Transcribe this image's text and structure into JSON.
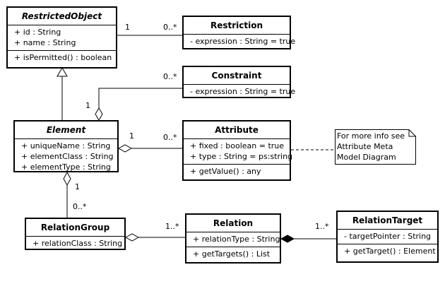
{
  "classes": {
    "restricted_object": {
      "name": "RestrictedObject",
      "attributes": [
        "+ id : String",
        "+ name : String"
      ],
      "operations": [
        "+ isPermitted() : boolean"
      ]
    },
    "restriction": {
      "name": "Restriction",
      "attributes": [
        "- expression : String = true"
      ]
    },
    "constraint": {
      "name": "Constraint",
      "attributes": [
        "- expression : String = true"
      ]
    },
    "element": {
      "name": "Element",
      "attributes": [
        "+ uniqueName : String",
        "+ elementClass : String",
        "+ elementType : String"
      ]
    },
    "attribute": {
      "name": "Attribute",
      "attributes": [
        "+ fixed : boolean = true",
        "+ type : String = ps:string"
      ],
      "operations": [
        "+ getValue() : any"
      ]
    },
    "relation_group": {
      "name": "RelationGroup",
      "attributes": [
        "+ relationClass : String"
      ]
    },
    "relation": {
      "name": "Relation",
      "attributes": [
        "+ relationType : String"
      ],
      "operations": [
        "+ getTargets() : List"
      ]
    },
    "relation_target": {
      "name": "RelationTarget",
      "attributes": [
        "- targetPointer : String"
      ],
      "operations": [
        "+ getTarget() : Element"
      ]
    }
  },
  "multiplicities": {
    "ro_restriction_ro": "1",
    "ro_restriction_res": "0..*",
    "element_constraint_el": "1",
    "element_constraint_con": "0..*",
    "element_attribute_el": "1",
    "element_attribute_attr": "0..*",
    "element_relgroup_el": "1",
    "element_relgroup_rg": "0..*",
    "relgroup_relation": "1..*",
    "relation_target": "1..*"
  },
  "note": {
    "lines": [
      "For more info see",
      "Attribute Meta",
      "Model Diagram"
    ]
  }
}
